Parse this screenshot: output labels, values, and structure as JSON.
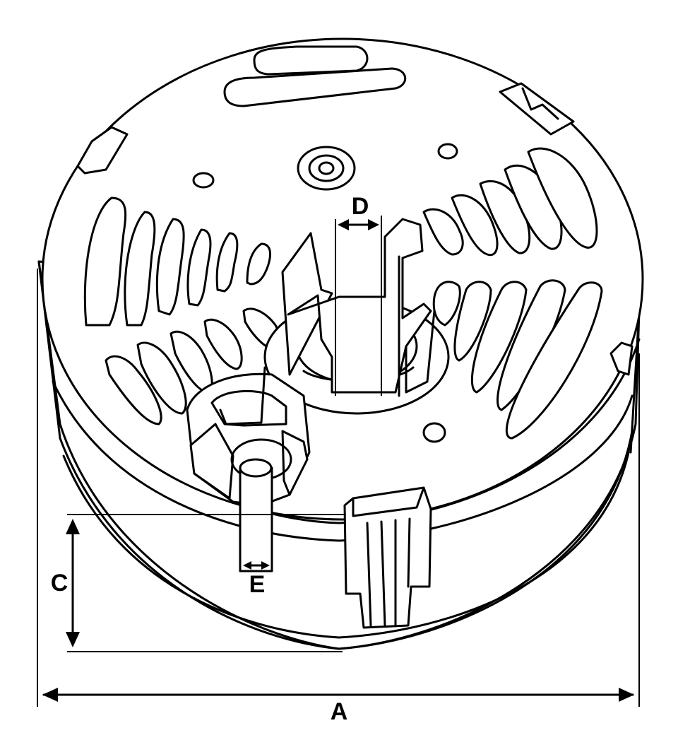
{
  "diagram": {
    "labels": {
      "A": "A",
      "C": "C",
      "D": "D",
      "E": "E"
    },
    "colors": {
      "line": "#000000",
      "background": "#ffffff"
    }
  }
}
